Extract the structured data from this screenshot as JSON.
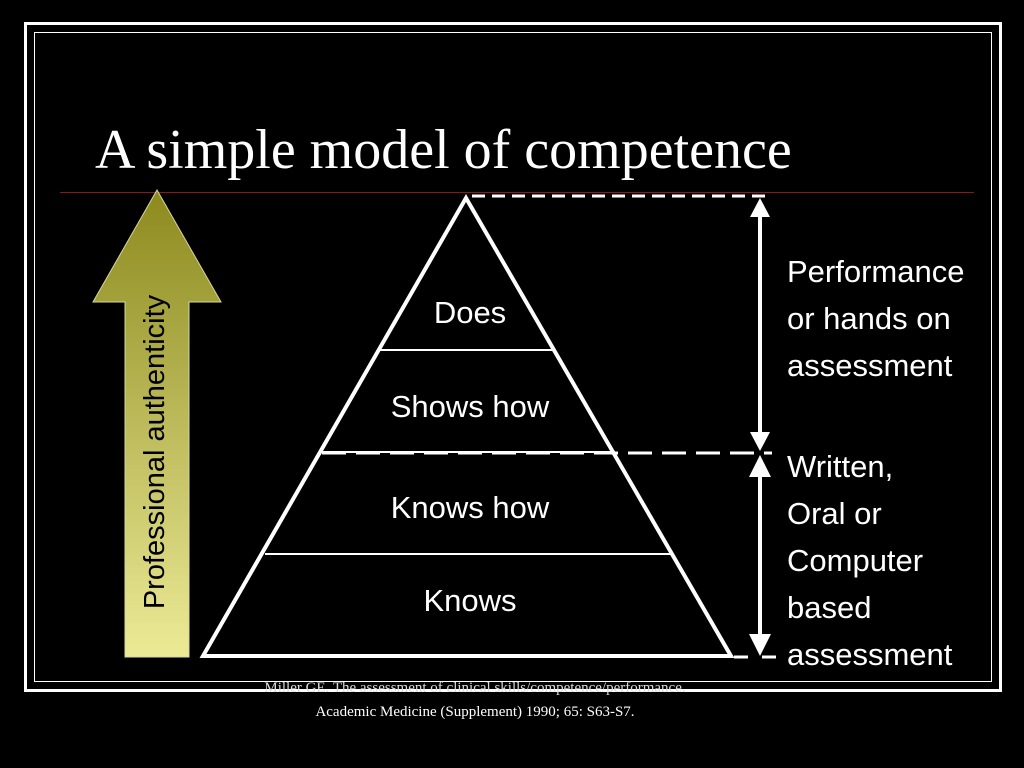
{
  "slide": {
    "title": "A simple model of competence",
    "arrow_label": "Professional authenticity",
    "levels": [
      "Does",
      "Shows how",
      "Knows how",
      "Knows"
    ],
    "upper_assessment": "Performance\nor hands on\nassessment",
    "lower_assessment": "Written,\nOral or\nComputer\nbased\nassessment",
    "citation_line1": "Miller GE. The assessment of clinical skills/competence/performance.",
    "citation_line2": "Academic Medicine (Supplement) 1990; 65: S63-S7."
  },
  "colors": {
    "background": "#000000",
    "foreground": "#ffffff",
    "arrow_gradient_top": "#8c8a1e",
    "arrow_gradient_bottom": "#ecea96",
    "title_rule": "#8a1a1a"
  }
}
